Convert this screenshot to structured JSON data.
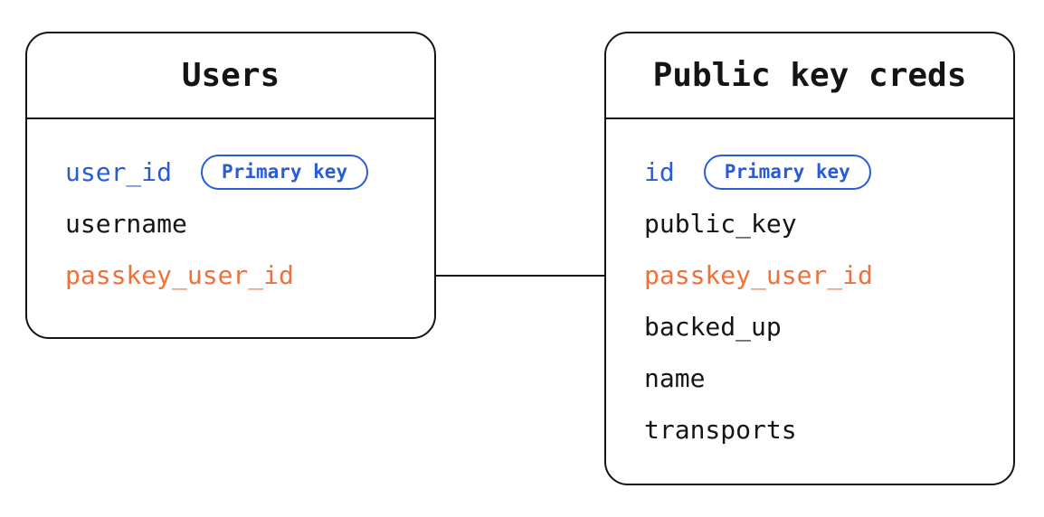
{
  "diagram": {
    "colors": {
      "primary_key": "#2a5bd7",
      "foreign_key": "#ed713c",
      "text": "#151515",
      "border": "#141414",
      "background": "#ffffff"
    },
    "tables": [
      {
        "title": "Users",
        "fields": [
          {
            "name": "user_id",
            "kind": "primary",
            "badge": "Primary key"
          },
          {
            "name": "username",
            "kind": "default"
          },
          {
            "name": "passkey_user_id",
            "kind": "foreign"
          }
        ]
      },
      {
        "title": "Public key creds",
        "fields": [
          {
            "name": "id",
            "kind": "primary",
            "badge": "Primary key"
          },
          {
            "name": "public_key",
            "kind": "default"
          },
          {
            "name": "passkey_user_id",
            "kind": "foreign"
          },
          {
            "name": "backed_up",
            "kind": "default"
          },
          {
            "name": "name",
            "kind": "default"
          },
          {
            "name": "transports",
            "kind": "default"
          }
        ]
      }
    ],
    "relationship": {
      "from": "Users.passkey_user_id",
      "to": "Public key creds.passkey_user_id"
    }
  }
}
